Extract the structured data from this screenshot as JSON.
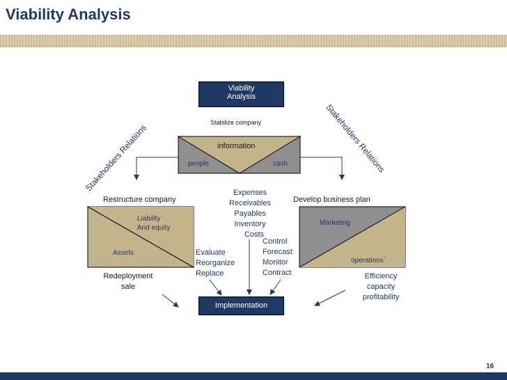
{
  "slide": {
    "title": "Viability Analysis",
    "page_number": "16"
  },
  "diagram": {
    "viability_box": {
      "line1": "Viability",
      "line2": "Analysis"
    },
    "stabilize_label": "Stabilize company",
    "information_label": "information",
    "people_label": "people",
    "cash_label": "cash",
    "stakeholders_left": "Stakeholders Relations",
    "stakeholders_right": "Stakeholders Relations",
    "restructure_label": "Restructure company",
    "develop_label": "Develop business plan",
    "liability_lines": [
      "Liability",
      "And equity"
    ],
    "assets_label": "Assets",
    "marketing_label": "Marketing",
    "operations_label": "operations`",
    "center_list": [
      "Expenses",
      "Receivables",
      "Payables",
      "Inventory",
      "Costs"
    ],
    "left_actions": [
      "Evaluate",
      "Reorganize",
      "Replace"
    ],
    "right_actions": [
      "Control",
      "Forecast",
      "Monitor",
      "Contract"
    ],
    "redeployment_lines": [
      "Redeployment",
      "sale"
    ],
    "efficiency_lines": [
      "Efficiency",
      "capacity",
      "profitability"
    ],
    "implementation_label": "Implementation"
  },
  "colors": {
    "navy": "#1f3864",
    "tan": "#c4b48c",
    "gray": "#8f8f8f"
  }
}
